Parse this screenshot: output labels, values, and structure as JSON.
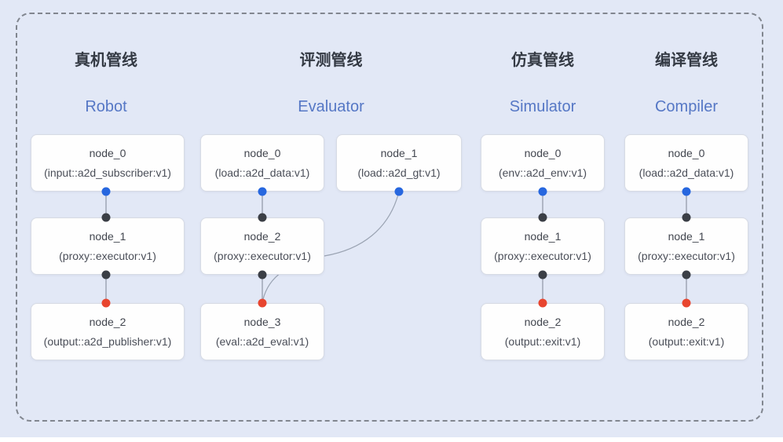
{
  "pipelines": [
    {
      "title_zh": "真机管线",
      "title_en": "Robot",
      "nodes": [
        {
          "name": "node_0",
          "detail": "(input::a2d_subscriber:v1)"
        },
        {
          "name": "node_1",
          "detail": "(proxy::executor:v1)"
        },
        {
          "name": "node_2",
          "detail": "(output::a2d_publisher:v1)"
        }
      ]
    },
    {
      "title_zh": "评测管线",
      "title_en": "Evaluator",
      "nodes": [
        {
          "name": "node_0",
          "detail": "(load::a2d_data:v1)"
        },
        {
          "name": "node_1",
          "detail": "(load::a2d_gt:v1)"
        },
        {
          "name": "node_2",
          "detail": "(proxy::executor:v1)"
        },
        {
          "name": "node_3",
          "detail": "(eval::a2d_eval:v1)"
        }
      ]
    },
    {
      "title_zh": "仿真管线",
      "title_en": "Simulator",
      "nodes": [
        {
          "name": "node_0",
          "detail": "(env::a2d_env:v1)"
        },
        {
          "name": "node_1",
          "detail": "(proxy::executor:v1)"
        },
        {
          "name": "node_2",
          "detail": "(output::exit:v1)"
        }
      ]
    },
    {
      "title_zh": "编译管线",
      "title_en": "Compiler",
      "nodes": [
        {
          "name": "node_0",
          "detail": "(load::a2d_data:v1)"
        },
        {
          "name": "node_1",
          "detail": "(proxy::executor:v1)"
        },
        {
          "name": "node_2",
          "detail": "(output::exit:v1)"
        }
      ]
    }
  ],
  "colors": {
    "background": "#e2e8f6",
    "dot_blue": "#2767df",
    "dot_dark": "#3b3f46",
    "dot_red": "#e8452f",
    "connector": "#8e96a5",
    "cross_curve": "#9aa3b2",
    "title_zh": "#343a44",
    "title_en": "#5577c5"
  }
}
